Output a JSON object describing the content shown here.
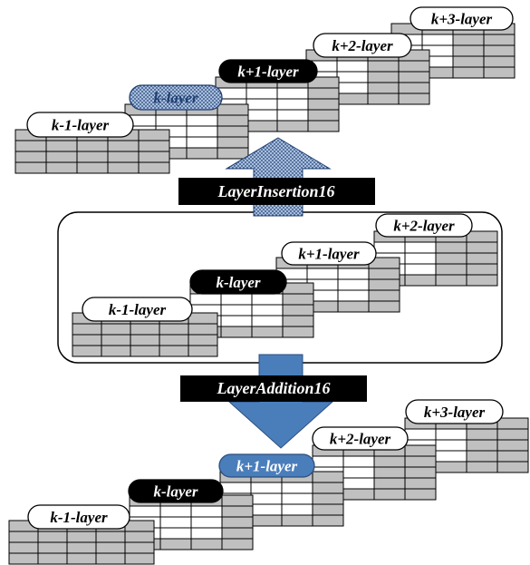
{
  "colors": {
    "grid_fill": "#c0c0c0",
    "grid_white": "#ffffff",
    "grid_stroke": "#000000",
    "highlight_fill": "#4a7ebb",
    "dotted_fill": "#a8bedc",
    "black": "#000000"
  },
  "top_group": {
    "layers": [
      {
        "label": "k-1-layer",
        "style": "white"
      },
      {
        "label": "k-layer",
        "style": "dotted"
      },
      {
        "label": "k+1-layer",
        "style": "black"
      },
      {
        "label": "k+2-layer",
        "style": "white"
      },
      {
        "label": "k+3-layer",
        "style": "white"
      }
    ]
  },
  "insertion_op": {
    "label": "LayerInsertion16",
    "arrow_direction": "up",
    "arrow_style": "dotted"
  },
  "middle_group": {
    "layers": [
      {
        "label": "k-1-layer",
        "style": "white"
      },
      {
        "label": "k-layer",
        "style": "black"
      },
      {
        "label": "k+1-layer",
        "style": "white"
      },
      {
        "label": "k+2-layer",
        "style": "white"
      }
    ]
  },
  "addition_op": {
    "label": "LayerAddition16",
    "arrow_direction": "down",
    "arrow_style": "solid-blue"
  },
  "bottom_group": {
    "layers": [
      {
        "label": "k-1-layer",
        "style": "white"
      },
      {
        "label": "k-layer",
        "style": "black"
      },
      {
        "label": "k+1-layer",
        "style": "blue"
      },
      {
        "label": "k+2-layer",
        "style": "white"
      },
      {
        "label": "k+3-layer",
        "style": "white"
      }
    ]
  }
}
